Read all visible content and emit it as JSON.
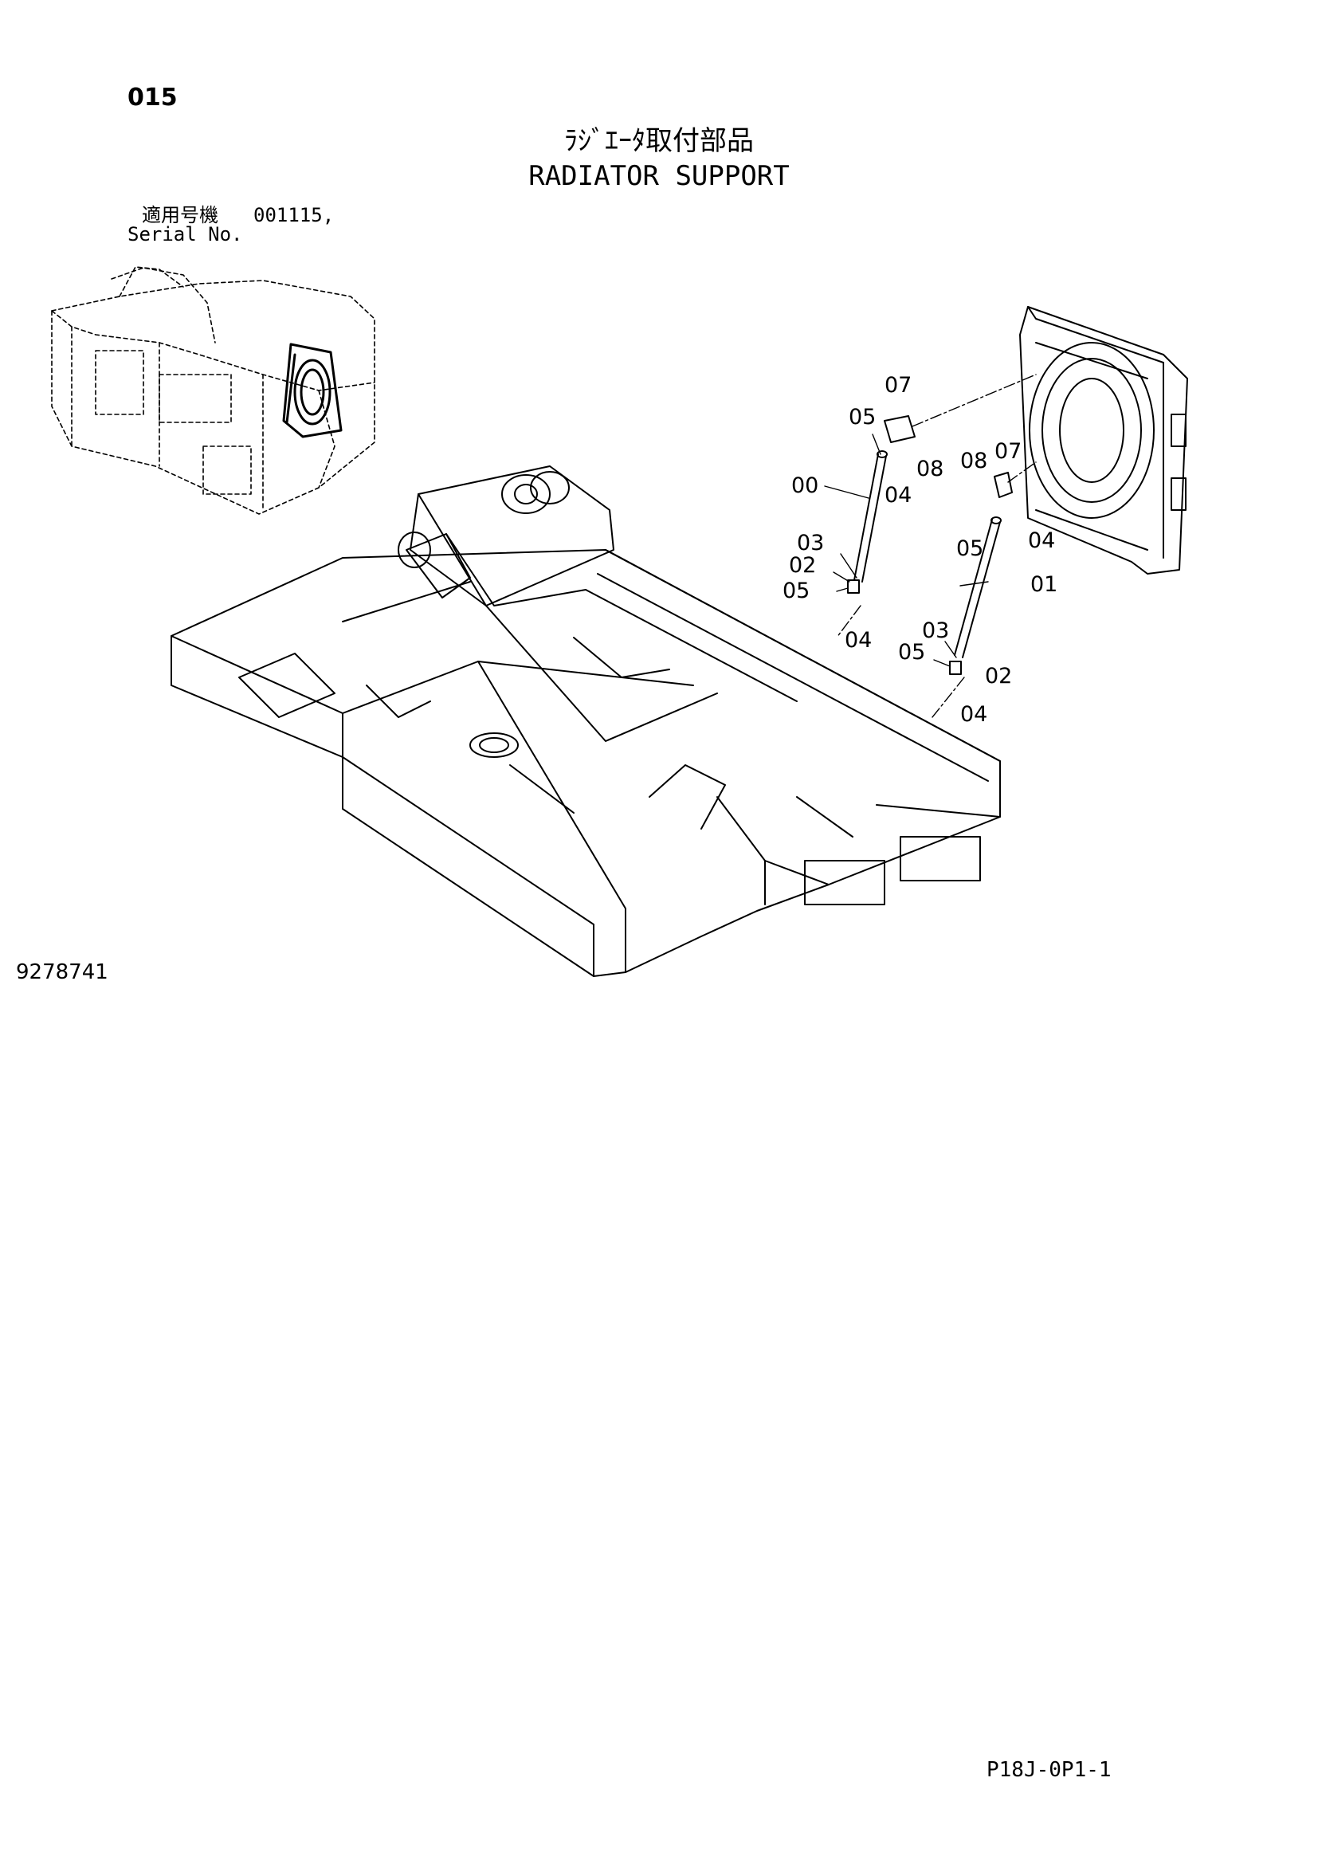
{
  "page_number": "015",
  "title_ja": "ﾗｼﾞｴｰﾀ取付部品",
  "title_en": "RADIATOR SUPPORT",
  "serial": {
    "label_ja": "適用号機",
    "value": "001115,",
    "label_en": "Serial No."
  },
  "drawing_number": "9278741",
  "page_code": "P18J-0P1-1",
  "callouts": [
    "07",
    "05",
    "08",
    "00",
    "04",
    "08",
    "07",
    "03",
    "04",
    "02",
    "05",
    "05",
    "01",
    "04",
    "03",
    "05",
    "02",
    "04"
  ]
}
